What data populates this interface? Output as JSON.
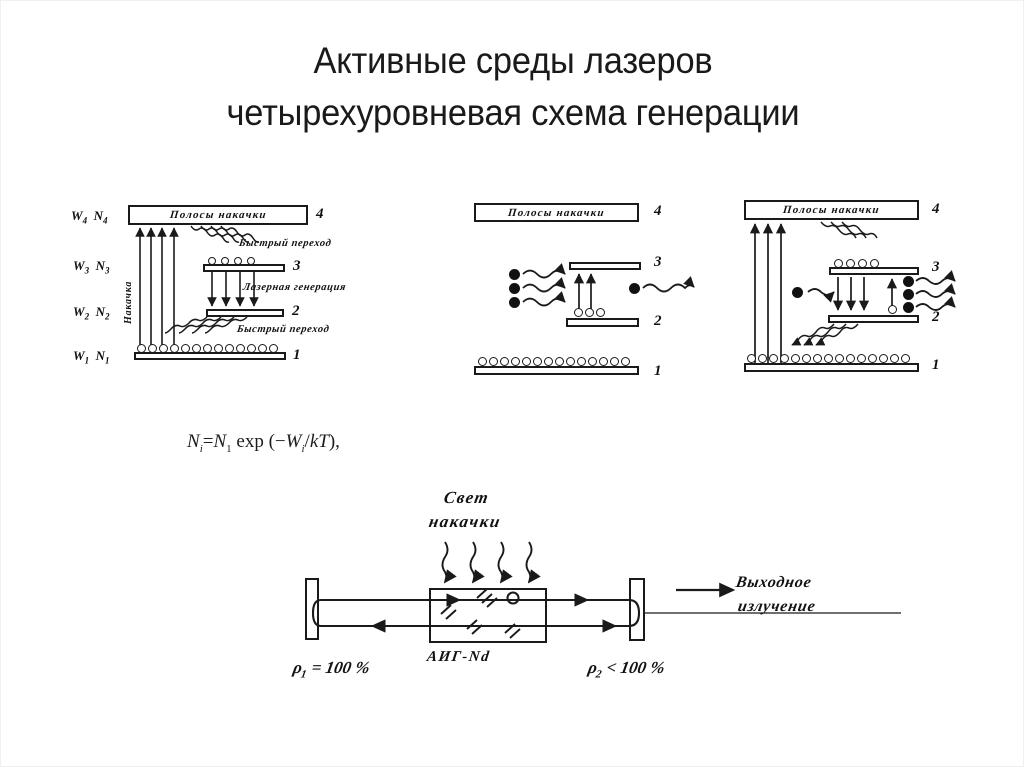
{
  "slide": {
    "title_line1": "Активные среды лазеров",
    "title_line2": "четырехуровневая схема генерации"
  },
  "diagram_left": {
    "band_label": "Полосы накачки",
    "pump_label": "Накачка",
    "level_numbers": [
      "4",
      "3",
      "2",
      "1"
    ],
    "energy_labels": [
      {
        "w": "W",
        "w_sub": "4",
        "n": "N",
        "n_sub": "4"
      },
      {
        "w": "W",
        "w_sub": "3",
        "n": "N",
        "n_sub": "3"
      },
      {
        "w": "W",
        "w_sub": "2",
        "n": "N",
        "n_sub": "2"
      },
      {
        "w": "W",
        "w_sub": "1",
        "n": "N",
        "n_sub": "1"
      }
    ],
    "transition_fast_upper": "Быстрый переход",
    "transition_laser": "Лазерная генерация",
    "transition_fast_lower": "Быстрый переход"
  },
  "diagram_middle": {
    "band_label": "Полосы накачки",
    "level_numbers": [
      "4",
      "3",
      "2",
      "1"
    ]
  },
  "diagram_right": {
    "band_label": "Полосы накачки",
    "level_numbers": [
      "4",
      "3",
      "2",
      "1"
    ]
  },
  "formula": {
    "text": "Ni = N1 exp (−Wi/kT),",
    "lhs_var": "N",
    "lhs_sub": "i",
    "eq": "=",
    "rhs_var": "N",
    "rhs_sub": "1",
    "exp": "exp",
    "arg_open": "(",
    "minus": "−",
    "arg_var": "W",
    "arg_sub": "i",
    "slash": "/",
    "kt": "kT",
    "arg_close": ")",
    "comma": ","
  },
  "laser_scheme": {
    "pump_light_line1": "Свет",
    "pump_light_line2": "накачки",
    "medium_label": "АИГ-Nd",
    "mirror_left_label": "ρ",
    "mirror_left_sub": "1",
    "mirror_left_value": "= 100 %",
    "mirror_right_label": "ρ",
    "mirror_right_sub": "2",
    "mirror_right_value": "< 100 %",
    "output_line1": "Выходное",
    "output_line2": "излучение"
  },
  "colors": {
    "ink": "#1a1a1a",
    "background": "#ffffff"
  }
}
